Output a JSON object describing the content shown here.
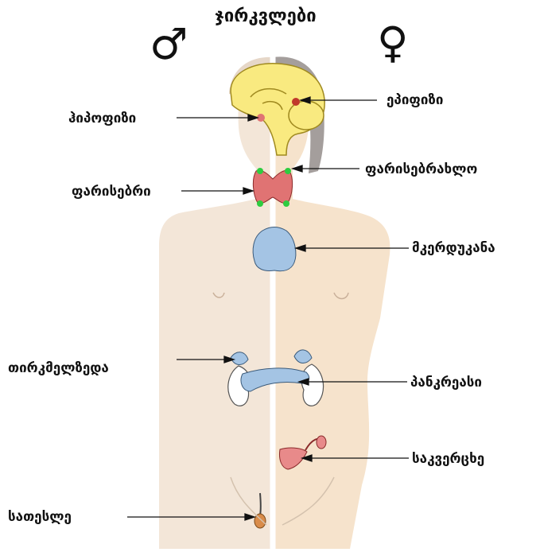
{
  "title": "ჯირკვლები",
  "symbols": {
    "male": "♂",
    "female": "♀"
  },
  "labels": {
    "epiphysis": "ეპიფიზი",
    "hypophysis": "ჰიპოფიზი",
    "parathyroid": "ფარისებრახლო",
    "thyroid": "ფარისებრი",
    "thymus": "მკერდუკანა",
    "adrenal": "თირკმელზედა",
    "pancreas": "პანკრეასი",
    "ovary": "საკვერცხე",
    "testis": "სათესლე"
  },
  "colors": {
    "male_skin": "#f3e6d8",
    "female_skin": "#f6e3cc",
    "hair": "#a49e9c",
    "brain": "#f9ea80",
    "thyroid": "#e07373",
    "thymus": "#a4c4e4",
    "parathyroid": "#2ecc40",
    "adrenal": "#a4c4e4",
    "ovary": "#e88a8a",
    "testis": "#d98c4a"
  }
}
